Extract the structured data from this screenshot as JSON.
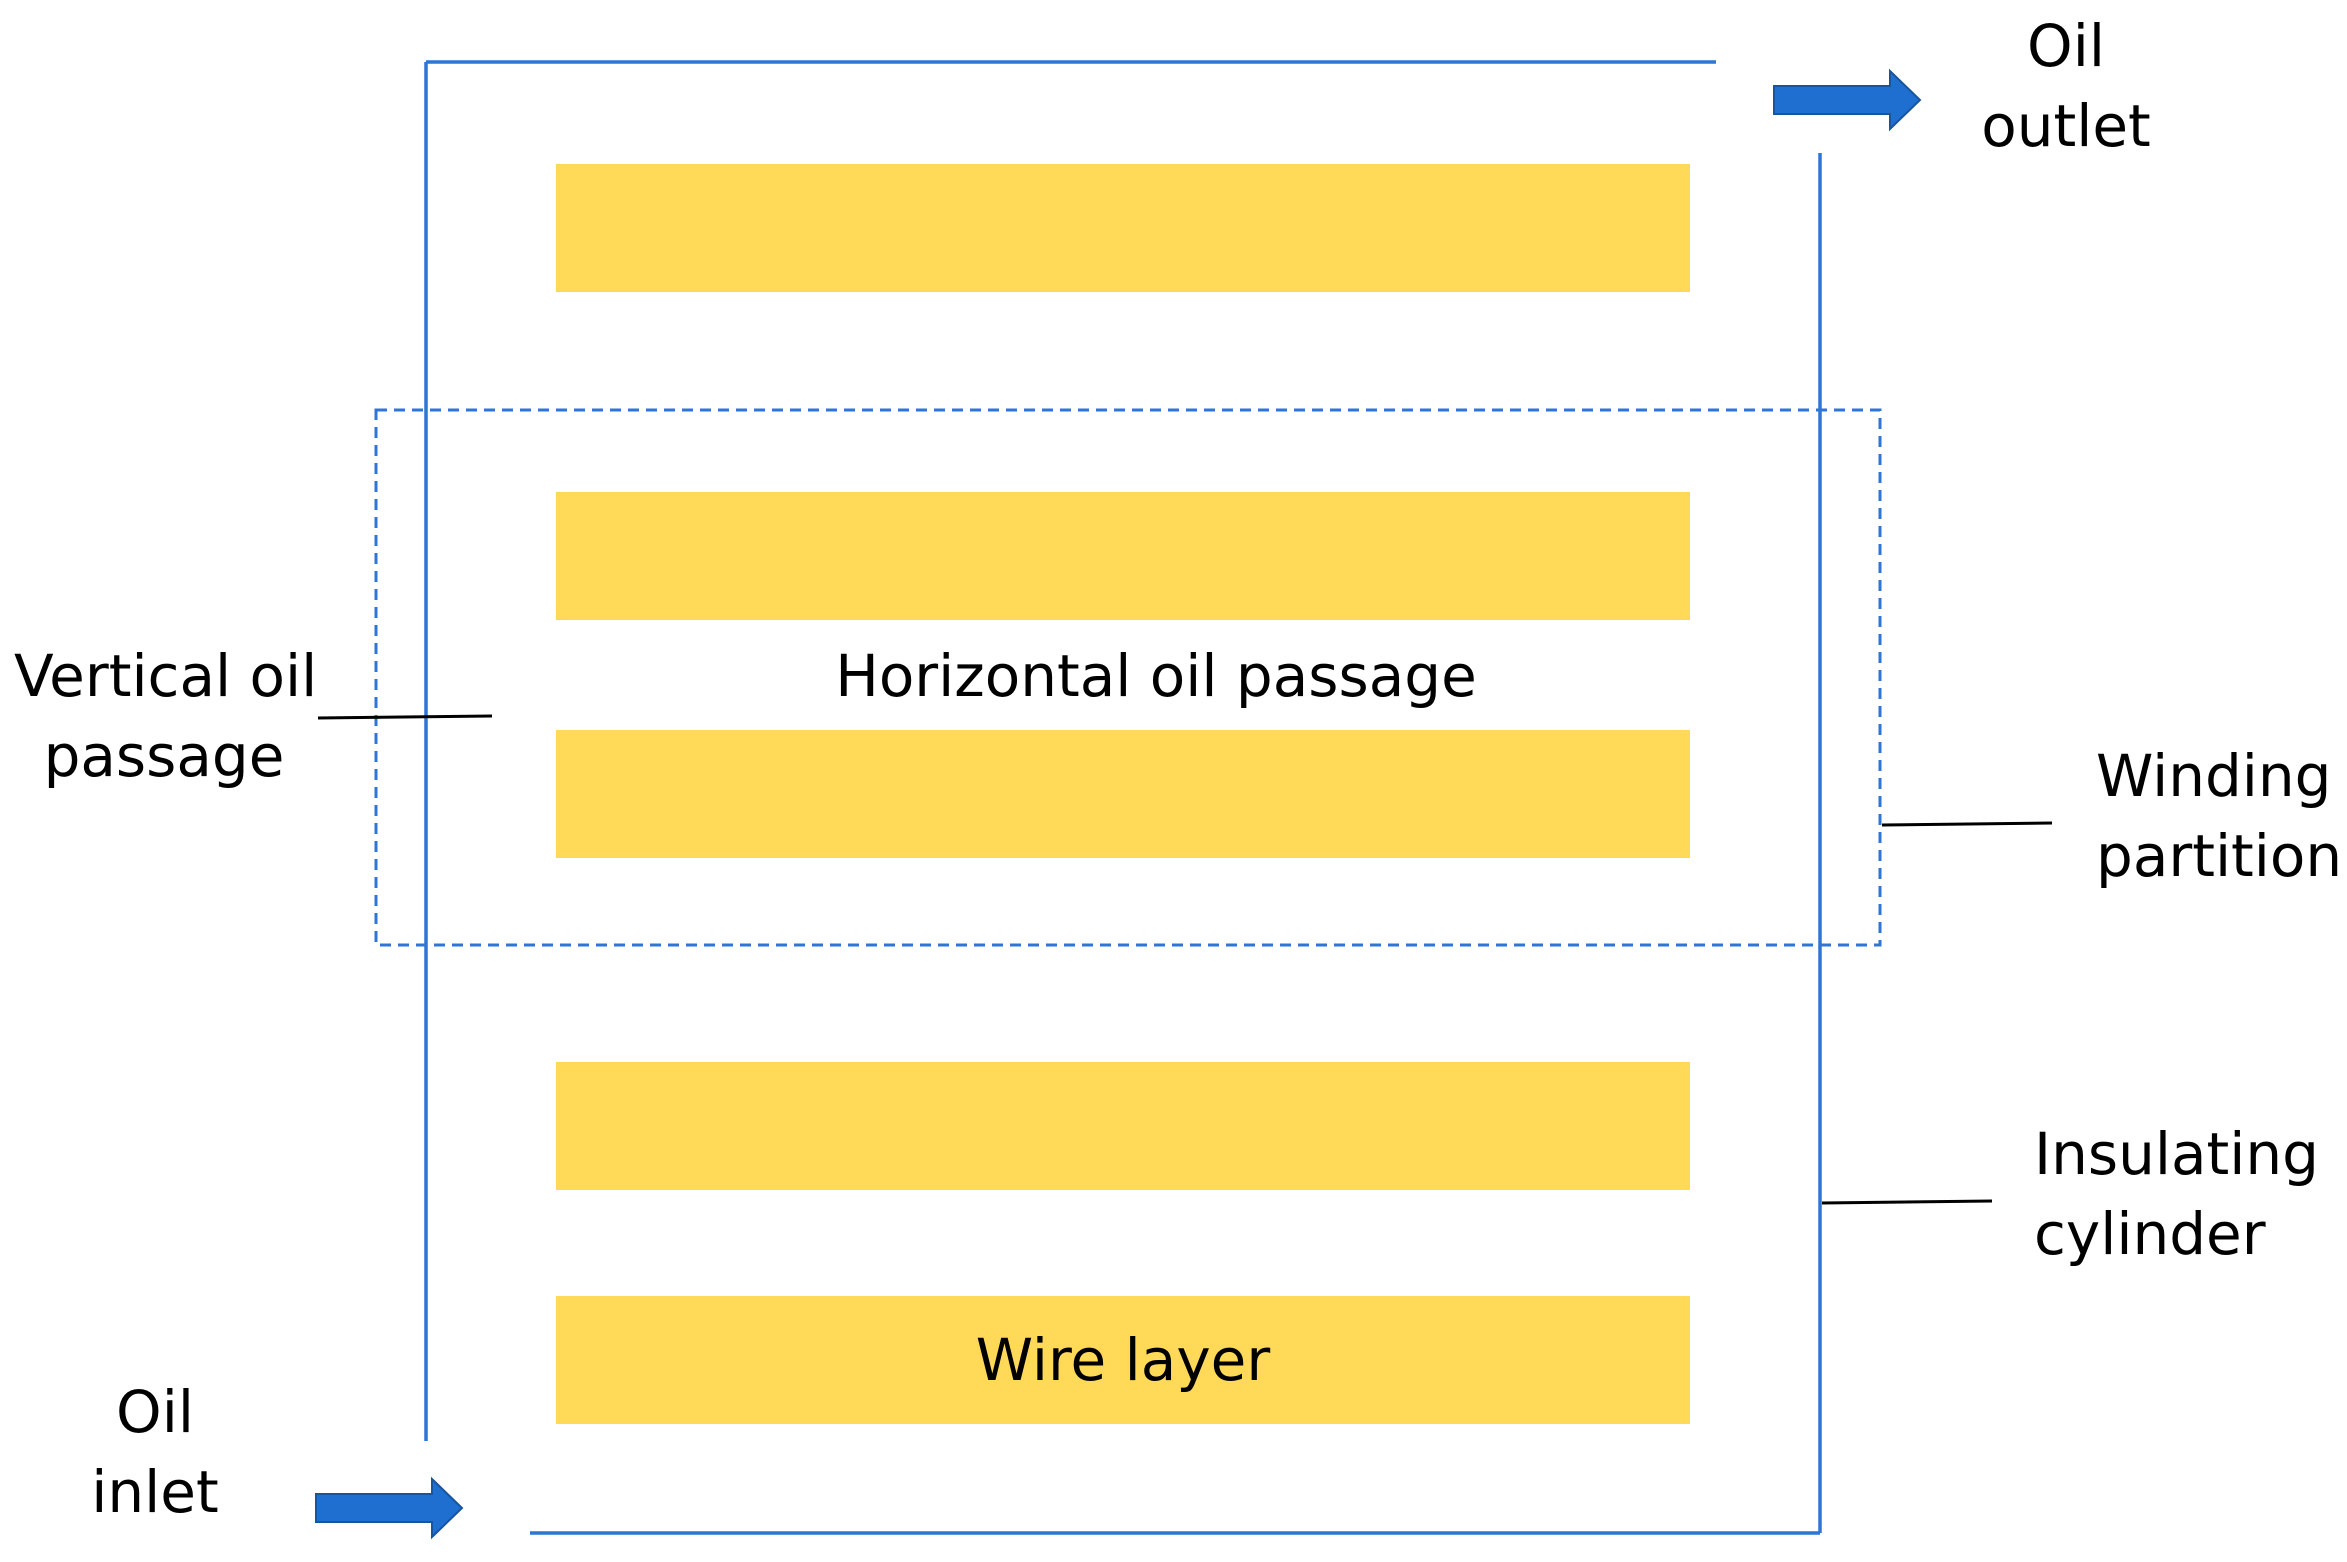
{
  "labels": {
    "oil_outlet": [
      "Oil",
      "outlet"
    ],
    "oil_inlet": [
      "Oil",
      "inlet"
    ],
    "vertical_oil_passage": [
      "Vertical oil",
      "passage"
    ],
    "horizontal_oil_passage": "Horizontal oil passage",
    "winding_partition": [
      "Winding",
      "partition"
    ],
    "insulating_cylinder": [
      "Insulating",
      "cylinder"
    ],
    "wire_layer": "Wire layer"
  },
  "colors": {
    "wire_layer_fill": "#FFD957",
    "cylinder_line": "#2E75D6",
    "partition_dash": "#2E75D6",
    "arrow_fill": "#1F6FD1",
    "leader_line": "#000000",
    "text": "#000000"
  },
  "wire_layer_count": 5
}
